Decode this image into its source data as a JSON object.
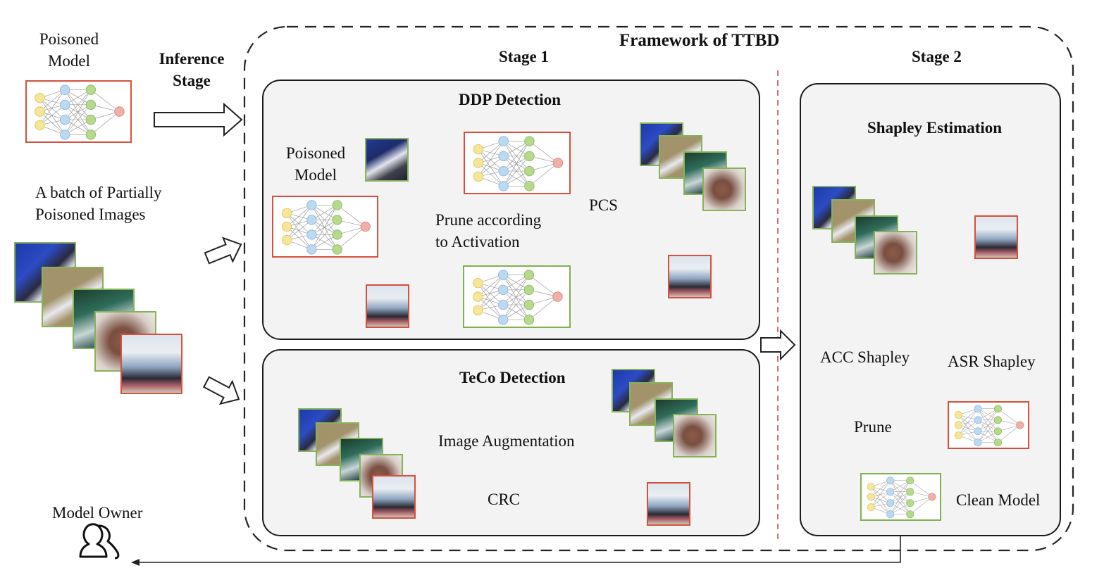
{
  "left": {
    "poisoned_model_label": [
      "Poisoned",
      "Model"
    ],
    "inference_stage_label": [
      "Inference",
      "Stage"
    ],
    "batch_label": [
      "A batch of Partially",
      "Poisoned Images"
    ],
    "model_owner_label": "Model Owner"
  },
  "framework": {
    "title": "Framework of TTBD",
    "stage1_title": "Stage 1",
    "stage2_title": "Stage 2"
  },
  "ddp": {
    "title": "DDP Detection",
    "poisoned_model_label": [
      "Poisoned",
      "Model"
    ],
    "prune_label": [
      "Prune according",
      "to Activation"
    ],
    "pcs_label": "PCS"
  },
  "teco": {
    "title": "TeCo Detection",
    "augmentation_label": "Image Augmentation",
    "crc_label": "CRC"
  },
  "shapley": {
    "title": "Shapley Estimation",
    "acc_label": "ACC Shapley",
    "asr_label": "ASR Shapley",
    "prune_label": "Prune",
    "clean_model_label": "Clean Model"
  },
  "colors": {
    "poisoned_border": "#d5513d",
    "clean_border": "#7fb24f",
    "node_input": "#f7e59a",
    "node_hidden1": "#bcd9f0",
    "node_hidden2": "#b6d98e",
    "node_output": "#f0b0a8",
    "stage_divider": "#c0504d"
  }
}
